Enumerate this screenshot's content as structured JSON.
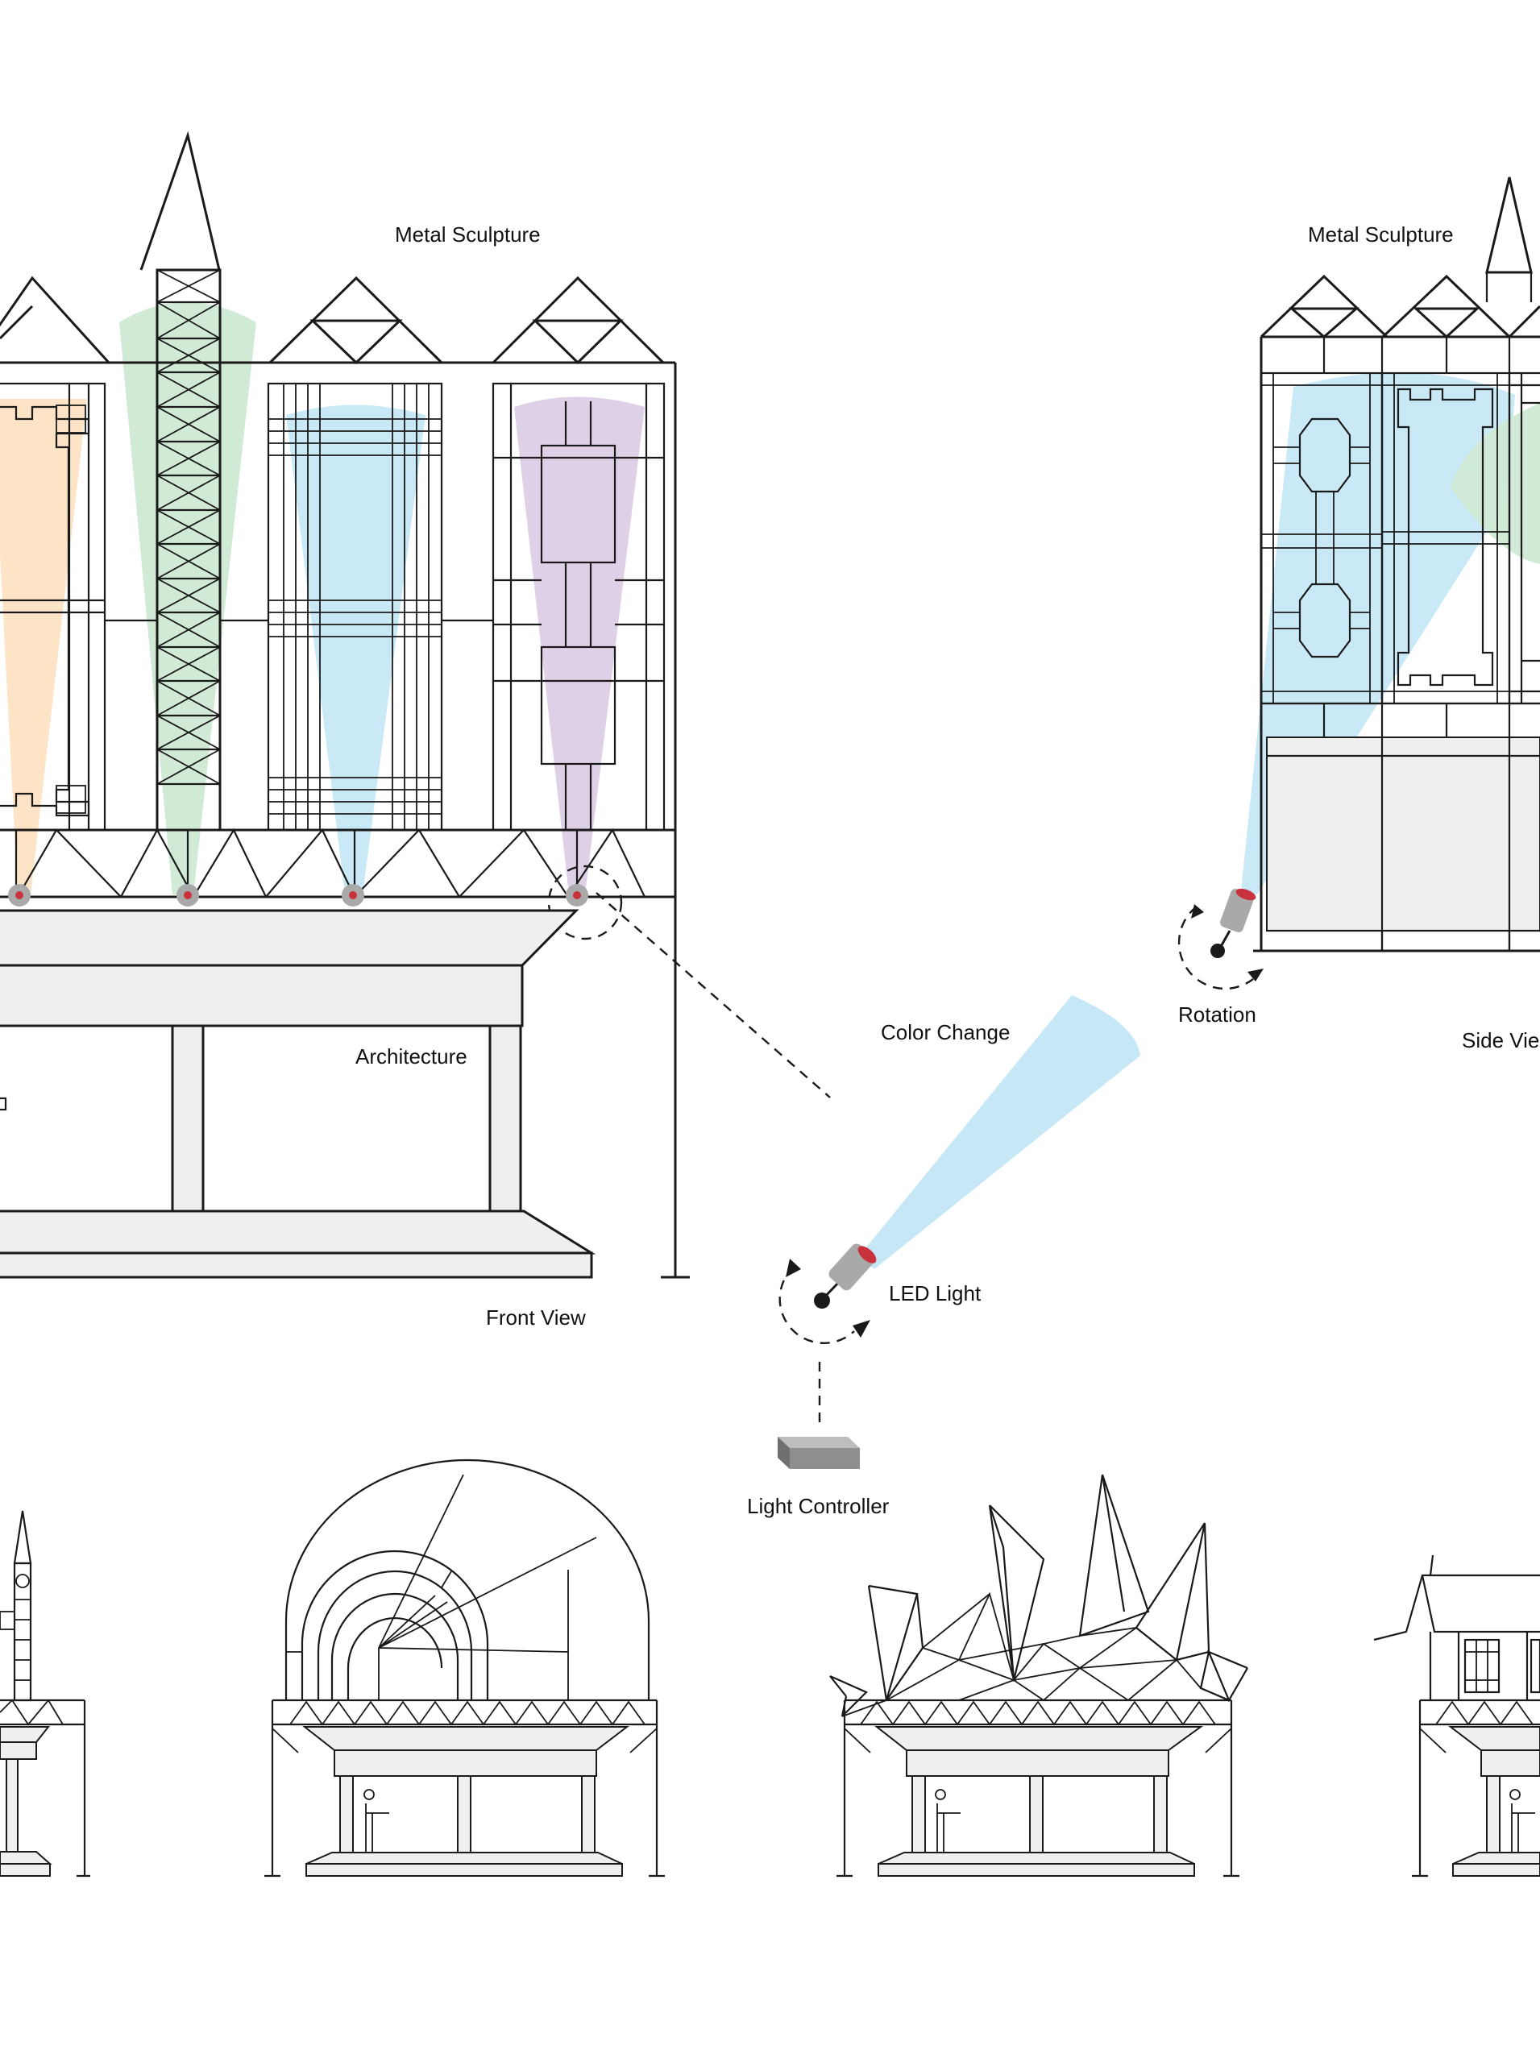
{
  "labels": {
    "metal_sculpture_front": "Metal Sculpture",
    "metal_sculpture_side": "Metal Sculpture",
    "architecture": "Architecture",
    "front_view": "Front View",
    "side_view": "Side Vie",
    "color_change": "Color Change",
    "rotation": "Rotation",
    "led_light": "LED Light",
    "light_controller": "Light Controller"
  },
  "colors": {
    "beam_orange": "#fde3c4",
    "beam_green": "#cfe9d4",
    "beam_blue": "#c6e8f6",
    "beam_purple": "#dccfe6",
    "lamp_body": "#a9a9a9",
    "lamp_lens": "#c8323c",
    "controller": "#8e8e8e",
    "slab_fill": "#efefef"
  }
}
